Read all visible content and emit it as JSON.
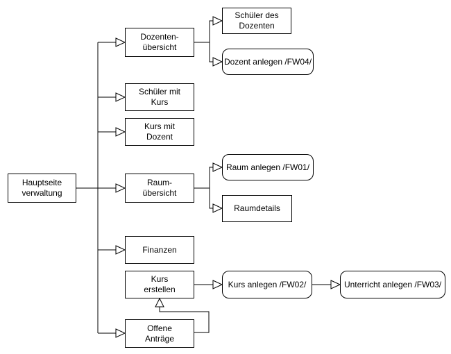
{
  "diagram": {
    "type": "flowchart-sitemap",
    "language": "de",
    "colors": {
      "background": "#ffffff",
      "node_fill": "#ffffff",
      "node_stroke": "#000000",
      "text": "#000000",
      "connector": "#000000"
    },
    "nodes": {
      "hauptseite": {
        "label": "Hauptseite\nverwaltung",
        "shape": "rectangle"
      },
      "dozentenuebersicht": {
        "label": "Dozenten-\nübersicht",
        "shape": "rectangle"
      },
      "schueler_mit_kurs": {
        "label": "Schüler mit\nKurs",
        "shape": "rectangle"
      },
      "kurs_mit_dozent": {
        "label": "Kurs mit\nDozent",
        "shape": "rectangle"
      },
      "raumuebersicht": {
        "label": "Raum-\nübersicht",
        "shape": "rectangle"
      },
      "finanzen": {
        "label": "Finanzen",
        "shape": "rectangle"
      },
      "kurs_erstellen": {
        "label": "Kurs\nerstellen",
        "shape": "rectangle"
      },
      "offene_antraege": {
        "label": "Offene\nAnträge",
        "shape": "rectangle"
      },
      "schueler_des_dozenten": {
        "label": "Schüler des\nDozenten",
        "shape": "rectangle"
      },
      "dozent_anlegen": {
        "label": "Dozent anlegen /FW04/",
        "shape": "rounded"
      },
      "raum_anlegen": {
        "label": "Raum anlegen /FW01/",
        "shape": "rounded"
      },
      "raumdetails": {
        "label": "Raumdetails",
        "shape": "rectangle"
      },
      "kurs_anlegen": {
        "label": "Kurs anlegen /FW02/",
        "shape": "rounded"
      },
      "unterricht_anlegen": {
        "label": "Unterricht anlegen /FW03/",
        "shape": "rounded"
      }
    },
    "edges": [
      {
        "from": "hauptseite",
        "to": "dozentenuebersicht",
        "arrow": "open-triangle"
      },
      {
        "from": "hauptseite",
        "to": "schueler_mit_kurs",
        "arrow": "open-triangle"
      },
      {
        "from": "hauptseite",
        "to": "kurs_mit_dozent",
        "arrow": "open-triangle"
      },
      {
        "from": "hauptseite",
        "to": "raumuebersicht",
        "arrow": "open-triangle"
      },
      {
        "from": "hauptseite",
        "to": "finanzen",
        "arrow": "open-triangle"
      },
      {
        "from": "hauptseite",
        "to": "offene_antraege",
        "arrow": "open-triangle"
      },
      {
        "from": "dozentenuebersicht",
        "to": "schueler_des_dozenten",
        "arrow": "open-triangle"
      },
      {
        "from": "dozentenuebersicht",
        "to": "dozent_anlegen",
        "arrow": "open-triangle"
      },
      {
        "from": "raumuebersicht",
        "to": "raum_anlegen",
        "arrow": "open-triangle"
      },
      {
        "from": "raumuebersicht",
        "to": "raumdetails",
        "arrow": "open-triangle"
      },
      {
        "from": "kurs_erstellen",
        "to": "kurs_anlegen",
        "arrow": "open-triangle"
      },
      {
        "from": "kurs_anlegen",
        "to": "unterricht_anlegen",
        "arrow": "open-triangle"
      },
      {
        "from": "offene_antraege",
        "to": "kurs_erstellen",
        "arrow": "open-triangle"
      }
    ]
  }
}
